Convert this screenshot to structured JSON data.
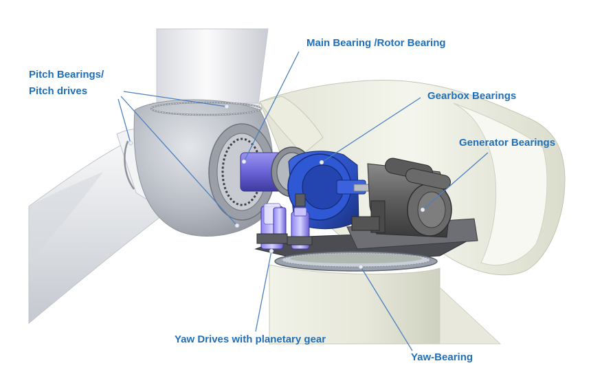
{
  "labels": {
    "pitch_line1": "Pitch Bearings/",
    "pitch_line2": "Pitch drives",
    "main_bearing": "Main Bearing /Rotor Bearing",
    "gearbox_bearings": "Gearbox Bearings",
    "generator_bearings": "Generator Bearings",
    "yaw_drives": "Yaw Drives with planetary gear",
    "yaw_bearing": "Yaw-Bearing"
  },
  "colors": {
    "label_text": "#1f6fb8",
    "leader_line": "#4a7fc0",
    "gearbox_blue": "#2a4fc0",
    "shaft_purple": "#6a63d8",
    "nacelle_cream": "#eeefe3",
    "hub_gray": "#b9bec7",
    "generator_gray": "#5c5c5c"
  }
}
